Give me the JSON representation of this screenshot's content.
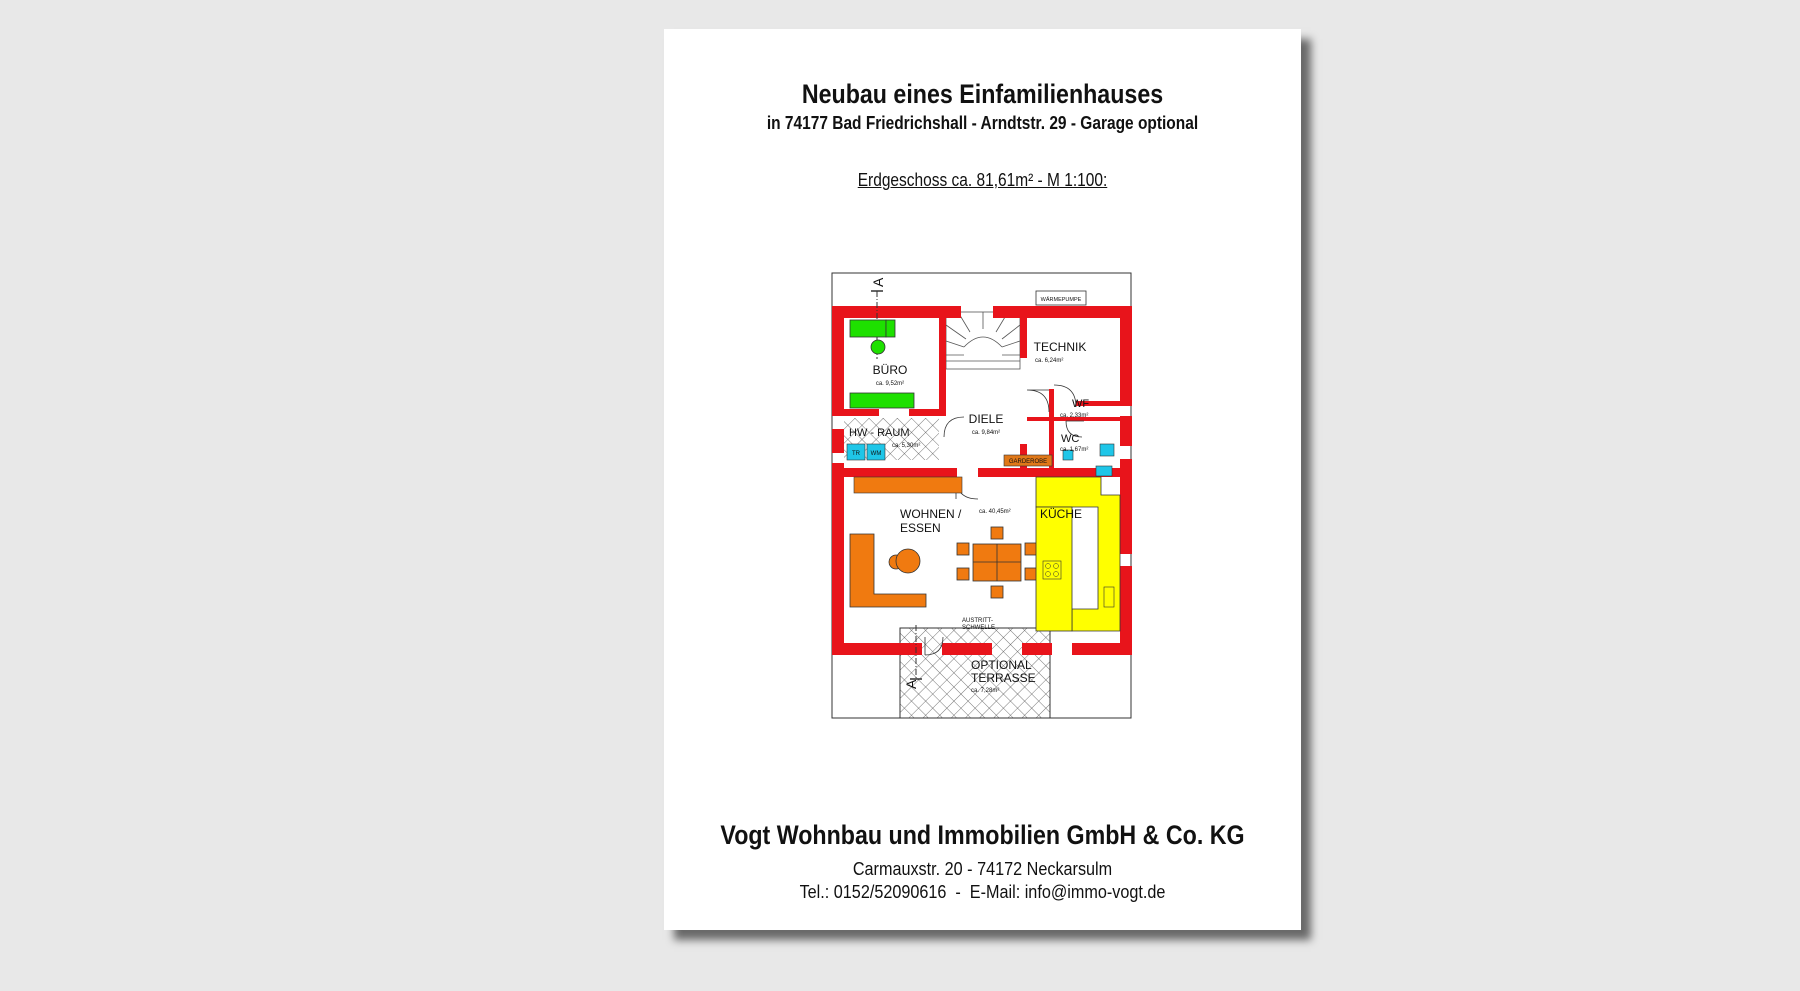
{
  "document": {
    "title": "Neubau eines Einfamilienhauses",
    "subtitle": "in 74177 Bad Friedrichshall - Arndtstr. 29 - Garage optional",
    "floor_label": "Erdgeschoss ca. 81,61m² - M 1:100:"
  },
  "floorplan": {
    "section_marker": "A",
    "heat_pump_label": "WÄRMEPUMPE",
    "rooms": {
      "buero": {
        "name": "BÜRO",
        "area": "ca. 9,52m²"
      },
      "technik": {
        "name": "TECHNIK",
        "area": "ca. 6,24m²"
      },
      "diele": {
        "name": "DIELE",
        "area": "ca. 9,84m²"
      },
      "wf": {
        "name": "WF",
        "area": "ca. 2,33m²"
      },
      "wc": {
        "name": "WC",
        "area": "ca. 1,67m²"
      },
      "hw_raum": {
        "name": "HW - RAUM",
        "area": "ca. 5,30m²"
      },
      "wohnen": {
        "name_line1": "WOHNEN /",
        "name_line2": "ESSEN",
        "area": "ca. 40,45m²"
      },
      "kueche": {
        "name": "KÜCHE"
      },
      "terrasse": {
        "name_line1": "OPTIONAL",
        "name_line2": "TERRASSE",
        "area": "ca. 7,28m²"
      }
    },
    "appliances": {
      "tr": "TR",
      "wm": "WM"
    },
    "garderobe": "GARDEROBE",
    "threshold_line1": "AUSTRITT-",
    "threshold_line2": "SCHWELLE",
    "colors": {
      "wall": "#e8141b",
      "office_furniture": "#1ee000",
      "living_furniture": "#f07a10",
      "kitchen": "#ffff00",
      "appliance": "#1fc6e8",
      "garderobe": "#e07818"
    }
  },
  "company": {
    "name": "Vogt Wohnbau und Immobilien GmbH & Co. KG",
    "address": "Carmauxstr. 20 -  74172 Neckarsulm",
    "contact": "Tel.: 0152/52090616  -  E-Mail: info@immo-vogt.de"
  }
}
